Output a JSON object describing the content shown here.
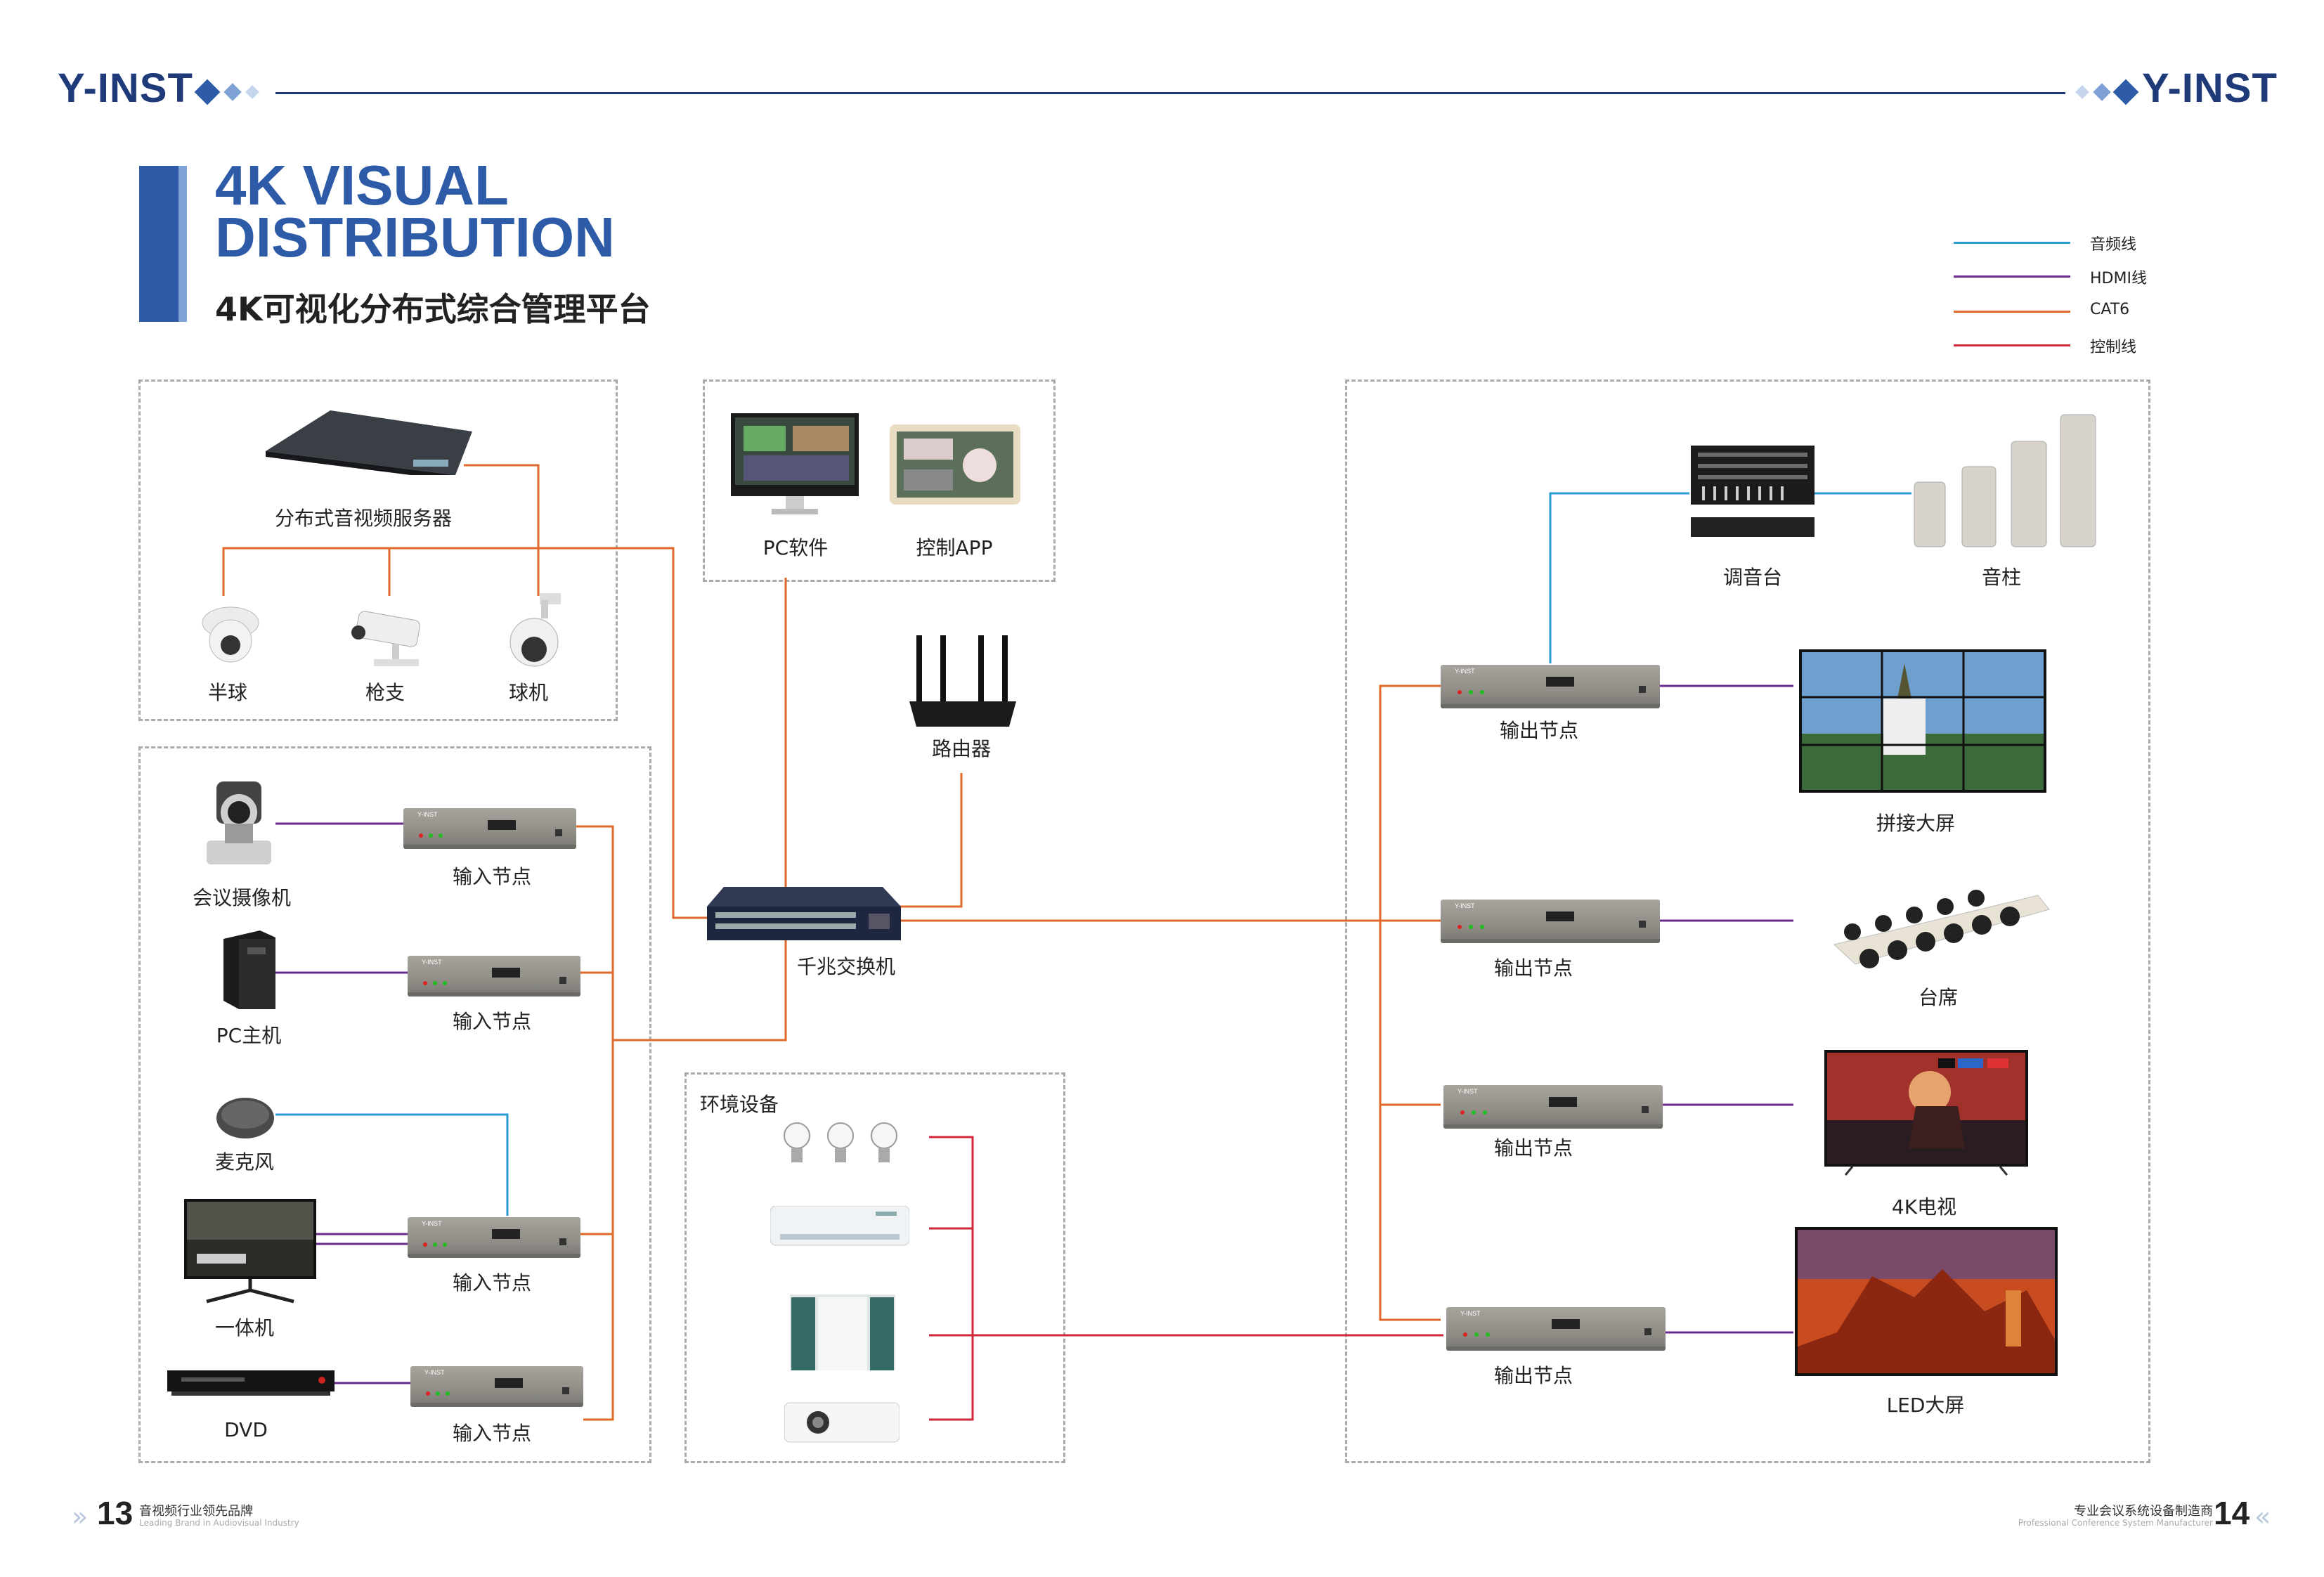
{
  "brand": {
    "left_logo": "Y-INST",
    "right_logo": "Y-INST"
  },
  "title": {
    "line1": "4K VISUAL",
    "line2": "DISTRIBUTION",
    "subtitle": "4K可视化分布式综合管理平台"
  },
  "legend": [
    {
      "label": "音频线",
      "color": "#2b9bd3"
    },
    {
      "label": "HDMI线",
      "color": "#6a2b8e"
    },
    {
      "label": "CAT6",
      "color": "#e06a2a"
    },
    {
      "label": "控制线",
      "color": "#d1283c"
    }
  ],
  "cameras": {
    "server": "分布式音视频服务器",
    "dome": "半球",
    "bullet": "枪支",
    "ptz": "球机"
  },
  "control": {
    "pc": "PC软件",
    "app": "控制APP"
  },
  "router": "路由器",
  "switch": "千兆交换机",
  "inputs": {
    "conf_camera": "会议摄像机",
    "pc_host": "PC主机",
    "mic": "麦克风",
    "aio": "一体机",
    "dvd": "DVD",
    "node_label": "输入节点"
  },
  "env": {
    "title": "环境设备"
  },
  "outputs": {
    "mixer": "调音台",
    "speaker": "音柱",
    "node_label": "输出节点",
    "videowall": "拼接大屏",
    "seats": "台席",
    "tv": "4K电视",
    "led": "LED大屏"
  },
  "footer": {
    "left_page": "13",
    "left_cn": "音视频行业领先品牌",
    "left_en": "Leading Brand in Audiovisual Industry",
    "right_page": "14",
    "right_cn": "专业会议系统设备制造商",
    "right_en": "Professional Conference System Manufacturer"
  }
}
